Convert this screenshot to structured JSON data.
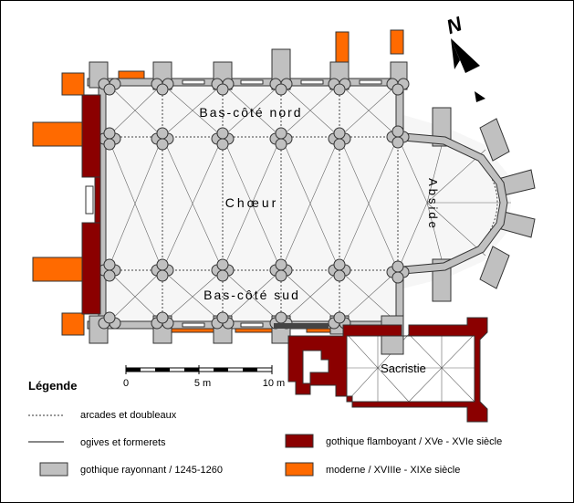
{
  "colors": {
    "rayonnant": "#c0c0c0",
    "flamboyant": "#8b0000",
    "moderne": "#ff6a00",
    "stroke": "#333333",
    "floor": "#f6f6f6"
  },
  "plan": {
    "bas_cote_nord": "Bas-côté nord",
    "choeur": "Chœur",
    "bas_cote_sud": "Bas-côté sud",
    "abside": "Abside",
    "sacristie": "Sacristie"
  },
  "north_arrow": {
    "label": "N",
    "icon": "north-arrow-icon"
  },
  "scale": {
    "ticks": [
      "0",
      "5 m",
      "10 m"
    ]
  },
  "legend": {
    "title": "Légende",
    "items": [
      {
        "label": "arcades et doubleaux",
        "style": "dotted-line"
      },
      {
        "label": "ogives et formerets",
        "style": "fine-line"
      },
      {
        "label": "gothique rayonnant / 1245-1260",
        "color": "#c0c0c0"
      },
      {
        "label": "gothique flamboyant / XVe - XVIe siècle",
        "color": "#8b0000"
      },
      {
        "label": "moderne / XVIIIe - XIXe siècle",
        "color": "#ff6a00"
      }
    ]
  }
}
